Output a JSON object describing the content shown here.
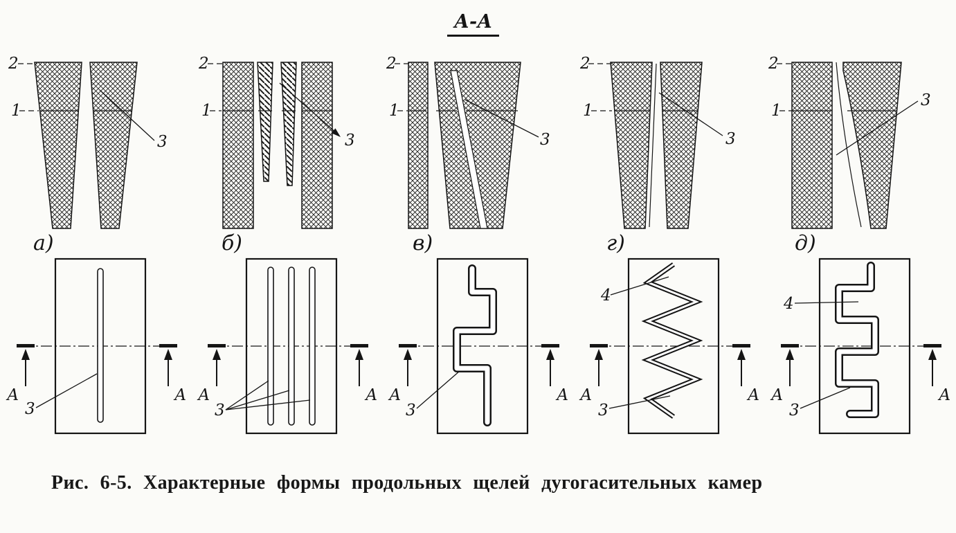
{
  "header": {
    "section_view_label": "А-А"
  },
  "caption": {
    "text": "Рис. 6-5. Характерные формы продольных щелей дугогасительных камер"
  },
  "variants": [
    {
      "letter": "а)",
      "labels": {
        "wall_top": "2",
        "boundary": "1",
        "slot_section": "3",
        "slot_plan": "3",
        "section_left": "А",
        "section_right": "А"
      }
    },
    {
      "letter": "б)",
      "labels": {
        "wall_top": "2",
        "boundary": "1",
        "slot_section": "3",
        "slot_plan": "3",
        "section_left": "А",
        "section_right": "А"
      }
    },
    {
      "letter": "в)",
      "labels": {
        "wall_top": "2",
        "boundary": "1",
        "slot_section": "3",
        "slot_plan": "3",
        "section_left": "А",
        "section_right": "А"
      }
    },
    {
      "letter": "г)",
      "labels": {
        "wall_top": "2",
        "boundary": "1",
        "slot_section": "3",
        "slot_plan": "3",
        "rib": "4",
        "section_left": "А",
        "section_right": "А"
      }
    },
    {
      "letter": "д)",
      "labels": {
        "wall_top": "2",
        "boundary": "1",
        "slot_section": "3",
        "slot_plan": "3",
        "rib": "4",
        "section_left": "А",
        "section_right": "А"
      }
    }
  ]
}
